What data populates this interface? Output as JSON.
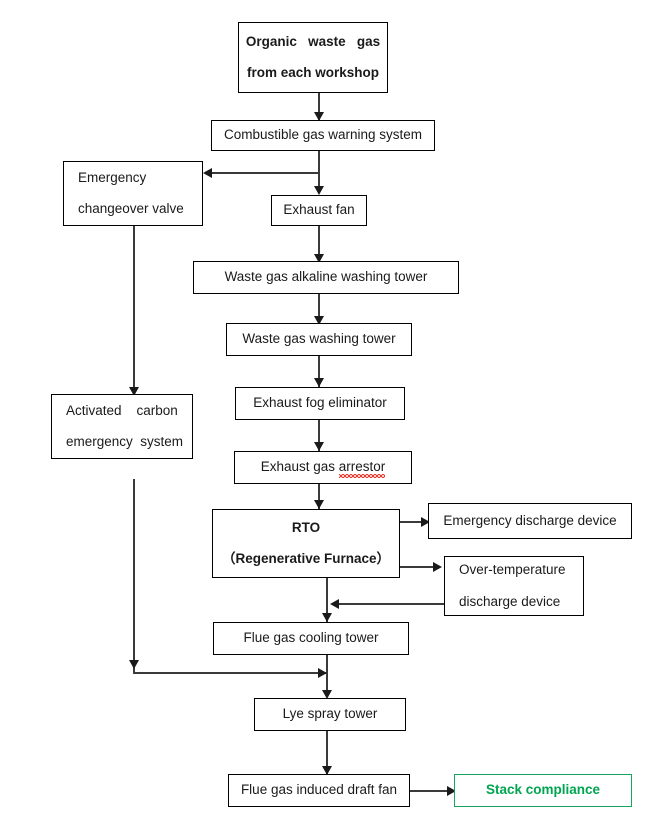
{
  "diagram": {
    "title": "Organic waste gas treatment process flow",
    "accent_green": "#00a550",
    "line_color": "#3a3a3a",
    "box_border": "#000000"
  },
  "nodes": {
    "source": {
      "name": "organic-waste-gas-source",
      "line1": "Organic   waste   gas",
      "line2": "from each workshop",
      "bold": true
    },
    "warning_system": {
      "name": "combustible-gas-warning-system",
      "label": "Combustible gas warning system"
    },
    "changeover_valve": {
      "name": "emergency-changeover-valve",
      "line1": "Emergency",
      "line2": "changeover valve"
    },
    "exhaust_fan": {
      "name": "exhaust-fan",
      "label": "Exhaust fan"
    },
    "alkaline_tower": {
      "name": "waste-gas-alkaline-washing-tower",
      "label": "Waste gas alkaline washing tower"
    },
    "washing_tower": {
      "name": "waste-gas-washing-tower",
      "label": "Waste gas washing tower"
    },
    "fog_eliminator": {
      "name": "exhaust-fog-eliminator",
      "label": "Exhaust fog eliminator"
    },
    "gas_arrestor": {
      "name": "exhaust-gas-arrestor",
      "label_prefix": "Exhaust gas ",
      "label_misspelled": "arrestor"
    },
    "activated_carbon": {
      "name": "activated-carbon-emergency-system",
      "line1": "Activated    carbon",
      "line2": "emergency  system"
    },
    "rto": {
      "name": "rto-regenerative-furnace",
      "line1": "RTO",
      "line2": "（Regenerative Furnace）",
      "bold": true
    },
    "emergency_discharge": {
      "name": "emergency-discharge-device",
      "label": "Emergency discharge device"
    },
    "over_temperature": {
      "name": "over-temperature-discharge-device",
      "line1": "Over-temperature",
      "line2": "discharge device"
    },
    "cooling_tower": {
      "name": "flue-gas-cooling-tower",
      "label": "Flue gas cooling tower"
    },
    "lye_spray_tower": {
      "name": "lye-spray-tower",
      "label": "Lye spray tower"
    },
    "induced_draft_fan": {
      "name": "flue-gas-induced-draft-fan",
      "label": "Flue gas induced draft fan"
    },
    "stack_compliance": {
      "name": "stack-compliance",
      "label": "Stack compliance"
    }
  },
  "edges": [
    {
      "from": "source",
      "to": "warning_system"
    },
    {
      "from": "warning_system",
      "to": "changeover_valve"
    },
    {
      "from": "warning_system",
      "to": "exhaust_fan"
    },
    {
      "from": "exhaust_fan",
      "to": "alkaline_tower"
    },
    {
      "from": "alkaline_tower",
      "to": "washing_tower"
    },
    {
      "from": "washing_tower",
      "to": "fog_eliminator"
    },
    {
      "from": "fog_eliminator",
      "to": "gas_arrestor"
    },
    {
      "from": "gas_arrestor",
      "to": "rto"
    },
    {
      "from": "changeover_valve",
      "to": "activated_carbon"
    },
    {
      "from": "rto",
      "to": "emergency_discharge"
    },
    {
      "from": "rto",
      "to": "over_temperature"
    },
    {
      "from": "over_temperature",
      "to": "cooling_tower"
    },
    {
      "from": "rto",
      "to": "cooling_tower"
    },
    {
      "from": "activated_carbon",
      "to": "lye_spray_tower"
    },
    {
      "from": "cooling_tower",
      "to": "lye_spray_tower"
    },
    {
      "from": "lye_spray_tower",
      "to": "induced_draft_fan"
    },
    {
      "from": "induced_draft_fan",
      "to": "stack_compliance"
    }
  ]
}
